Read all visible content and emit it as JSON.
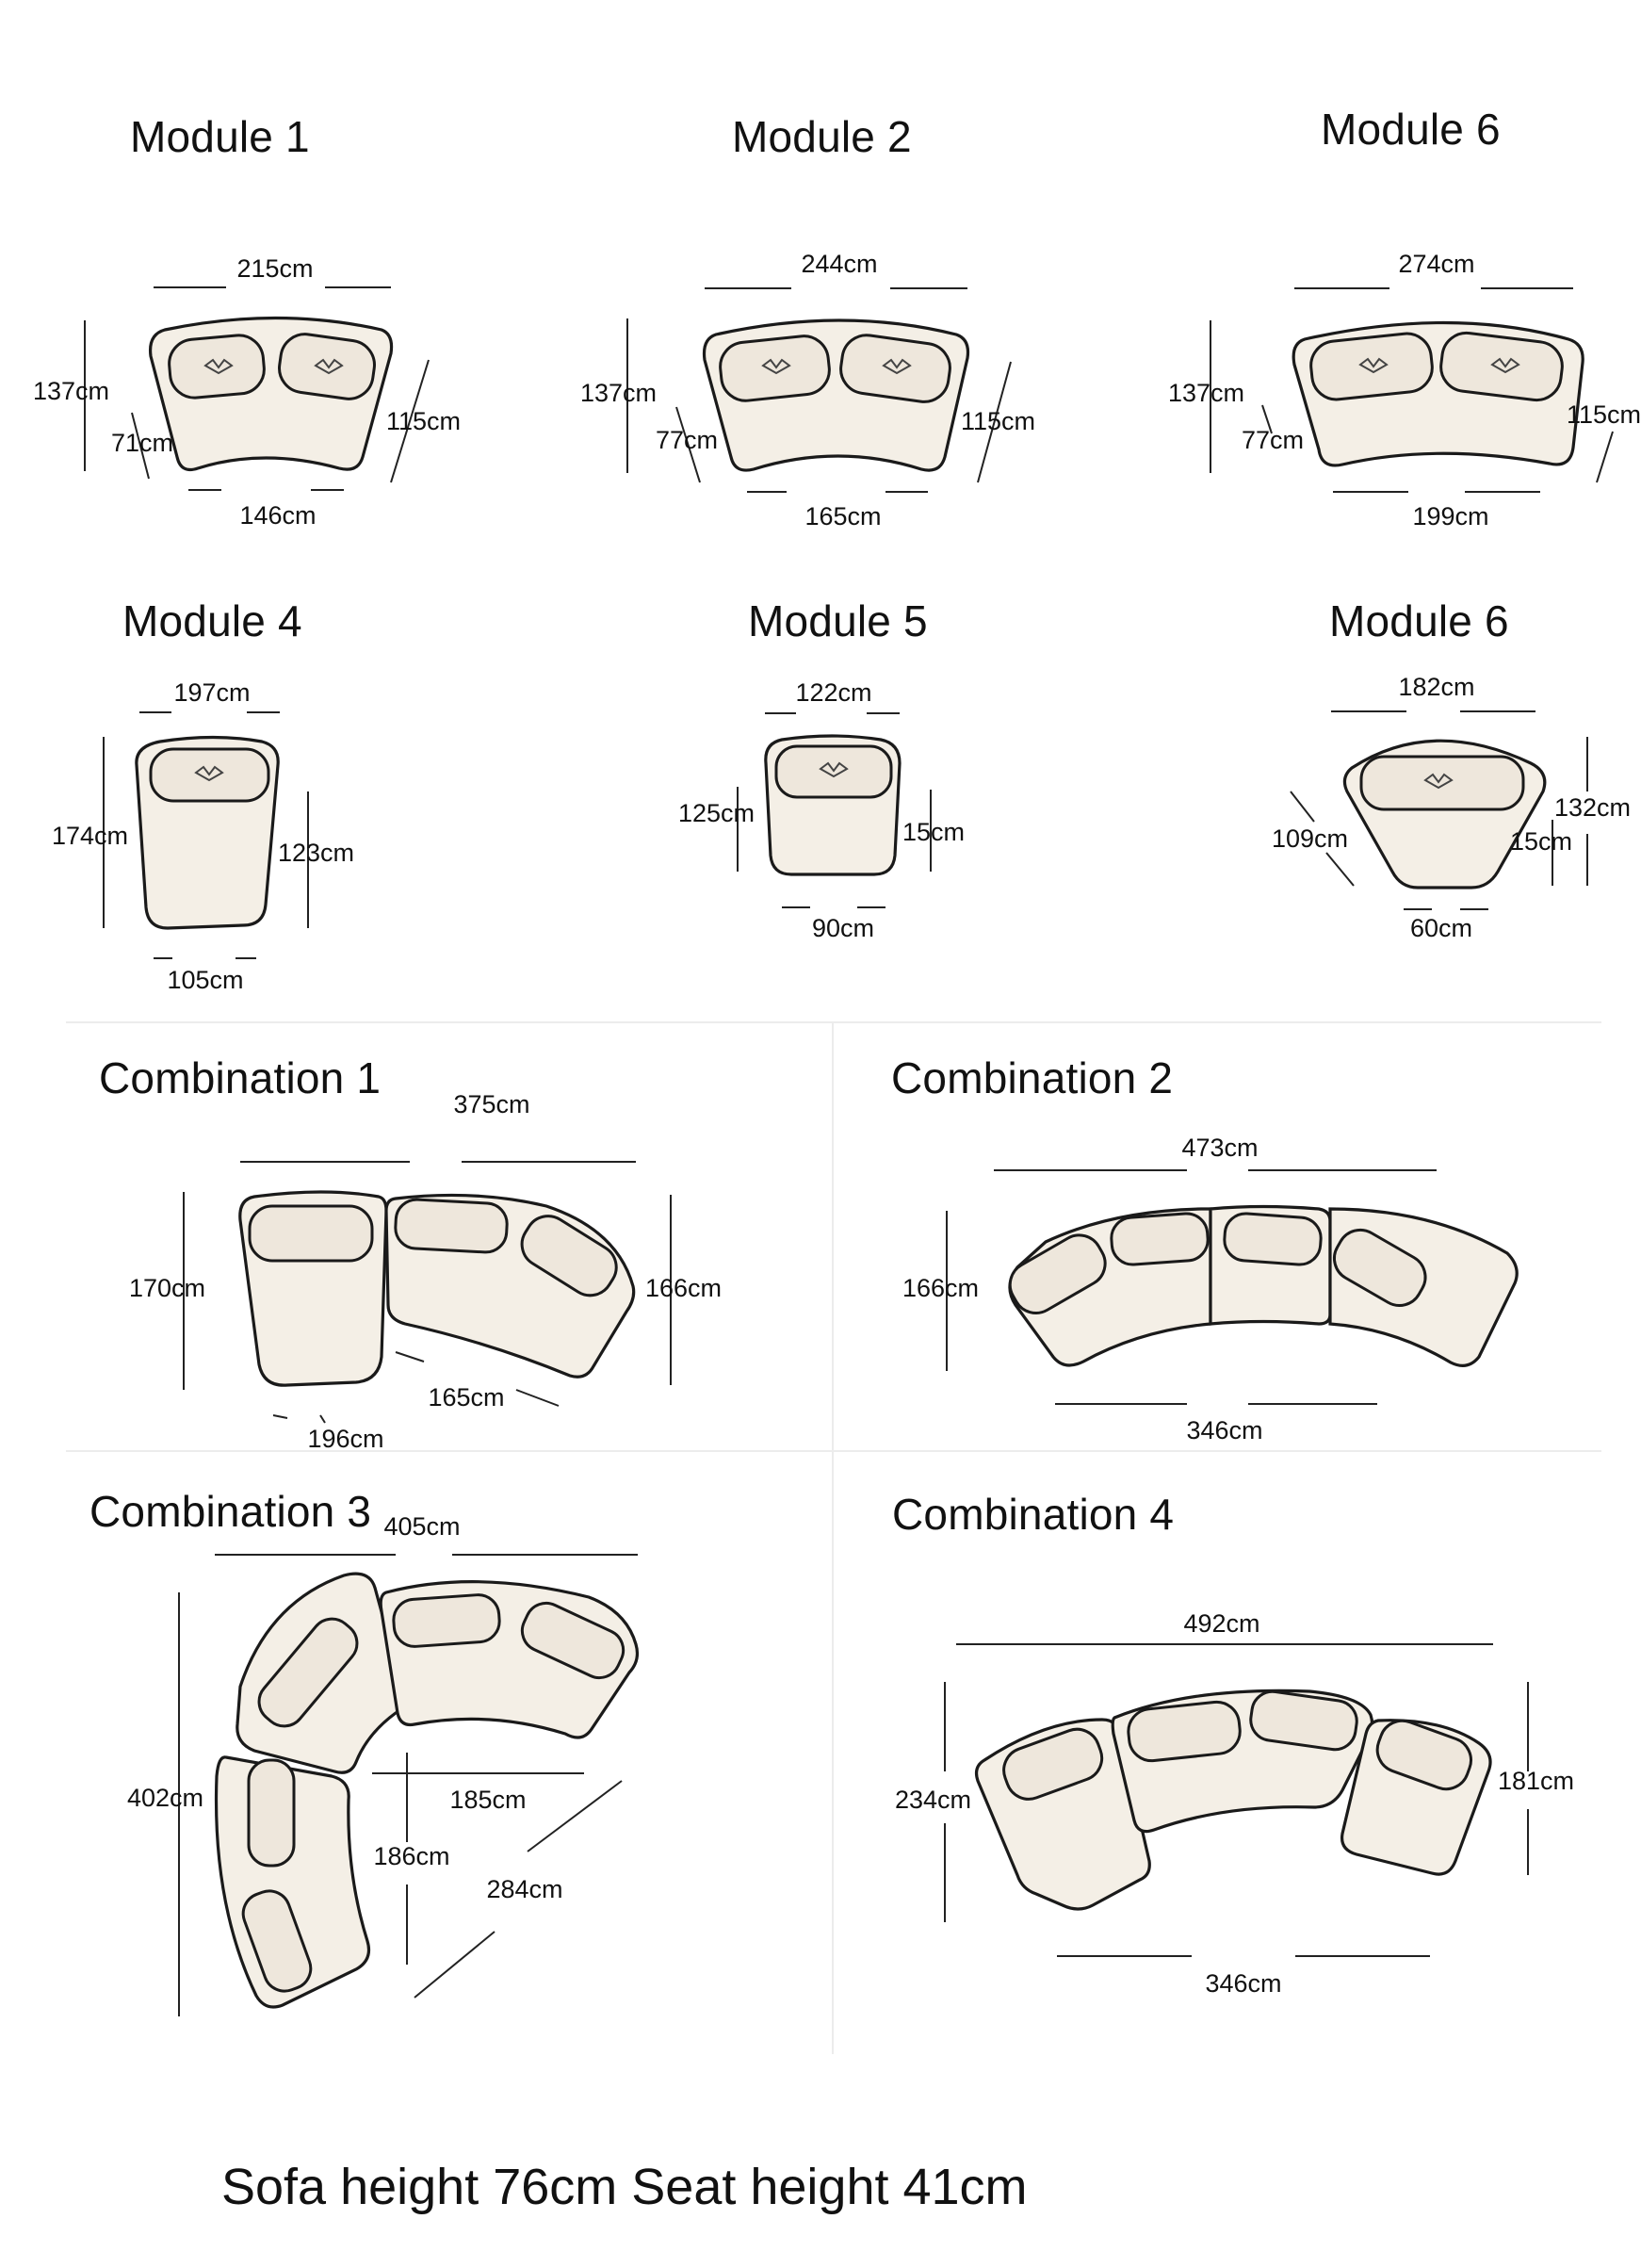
{
  "modules": [
    {
      "title": "Module 1",
      "dims": {
        "top": "215cm",
        "left": "137cm",
        "inner": "71cm",
        "right": "115cm",
        "bottom": "146cm"
      }
    },
    {
      "title": "Module 2",
      "dims": {
        "top": "244cm",
        "left": "137cm",
        "inner": "77cm",
        "right": "115cm",
        "bottom": "165cm"
      }
    },
    {
      "title": "Module 6",
      "dims": {
        "top": "274cm",
        "left": "137cm",
        "inner": "77cm",
        "right": "115cm",
        "bottom": "199cm"
      }
    },
    {
      "title": "Module 4",
      "dims": {
        "top": "197cm",
        "left": "174cm",
        "right": "123cm",
        "bottom": "105cm"
      }
    },
    {
      "title": "Module 5",
      "dims": {
        "top": "122cm",
        "left": "125cm",
        "right": "15cm",
        "bottom": "90cm"
      }
    },
    {
      "title": "Module 6",
      "dims": {
        "top": "182cm",
        "right": "132cm",
        "inner": "15cm",
        "left": "109cm",
        "bottom": "60cm"
      }
    }
  ],
  "combinations": [
    {
      "title": "Combination 1",
      "dims": {
        "top": "375cm",
        "left": "170cm",
        "right": "166cm",
        "inner": "165cm",
        "bottom": "196cm"
      }
    },
    {
      "title": "Combination 2",
      "dims": {
        "top": "473cm",
        "left": "166cm",
        "bottom": "346cm"
      }
    },
    {
      "title": "Combination 3",
      "dims": {
        "top": "405cm",
        "left": "402cm",
        "a": "185cm",
        "b": "186cm",
        "c": "284cm"
      }
    },
    {
      "title": "Combination 4",
      "dims": {
        "top": "492cm",
        "left": "234cm",
        "right": "181cm",
        "bottom": "346cm"
      }
    }
  ],
  "footer": "Sofa height 76cm Seat height 41cm"
}
